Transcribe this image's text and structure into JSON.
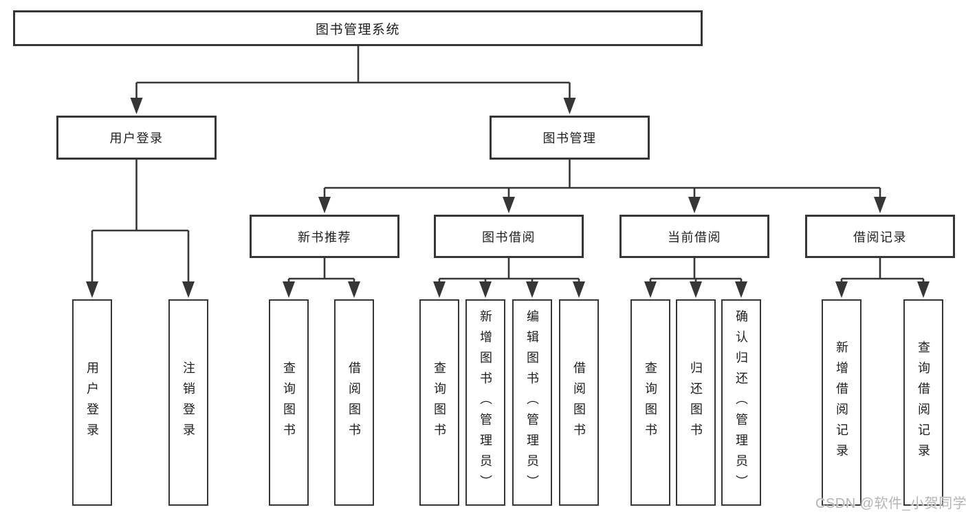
{
  "diagram_title": "图书管理系统",
  "tree": {
    "label": "图书管理系统",
    "children": [
      {
        "label": "用户登录",
        "children": [
          {
            "label": "用户登录"
          },
          {
            "label": "注销登录"
          }
        ]
      },
      {
        "label": "图书管理",
        "children": [
          {
            "label": "新书推荐",
            "children": [
              {
                "label": "查询图书"
              },
              {
                "label": "借阅图书"
              }
            ]
          },
          {
            "label": "图书借阅",
            "children": [
              {
                "label": "查询图书"
              },
              {
                "label": "新增图书（管理员）"
              },
              {
                "label": "编辑图书（管理员）"
              },
              {
                "label": "借阅图书"
              }
            ]
          },
          {
            "label": "当前借阅",
            "children": [
              {
                "label": "查询图书"
              },
              {
                "label": "归还图书"
              },
              {
                "label": "确认归还（管理员）"
              }
            ]
          },
          {
            "label": "借阅记录",
            "children": [
              {
                "label": "新增借阅记录"
              },
              {
                "label": "查询借阅记录"
              }
            ]
          }
        ]
      }
    ]
  },
  "watermark": "CSDN @软件_小贺同学",
  "colors": {
    "line": "#363636",
    "text": "#1e1e1e",
    "background": "#ffffff",
    "watermark": "#b5b5b5"
  }
}
